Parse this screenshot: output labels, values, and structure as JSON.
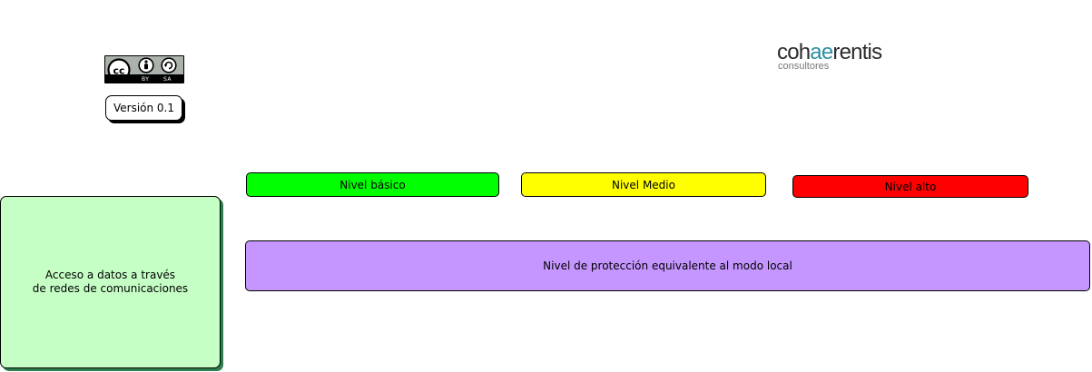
{
  "license_badge": {
    "icons": [
      "cc-icon",
      "by-icon",
      "sa-icon"
    ],
    "by_label": "BY",
    "sa_label": "SA"
  },
  "version_label": "Versión 0.1",
  "logo": {
    "main_pre": "coh",
    "main_ae": "ae",
    "main_post": "rentis",
    "sub": "consultores",
    "colors": {
      "text": "#2b2b2b",
      "accent": "#2e8fa3"
    }
  },
  "levels": [
    {
      "label": "Nivel básico",
      "color": "#00ff00"
    },
    {
      "label": "Nivel Medio",
      "color": "#ffff00"
    },
    {
      "label": "Nivel alto",
      "color": "#ff0000"
    }
  ],
  "access_box": {
    "line1": "Acceso a datos a través",
    "line2": "de redes de comunicaciones",
    "color": "#c6ffc6"
  },
  "protection_bar": {
    "label": "Nivel de protección equivalente al modo local",
    "color": "#c596ff"
  }
}
